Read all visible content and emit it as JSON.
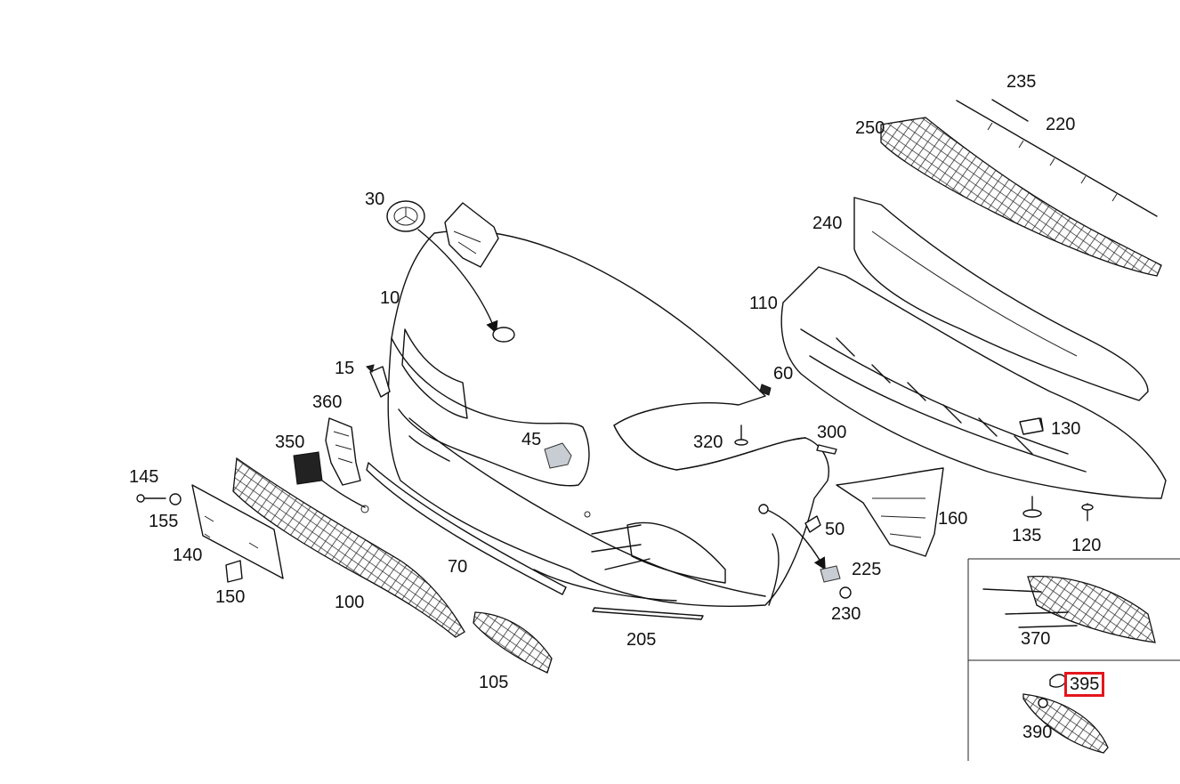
{
  "diagram": {
    "callouts": [
      {
        "id": "10",
        "label": "10"
      },
      {
        "id": "15",
        "label": "15"
      },
      {
        "id": "30",
        "label": "30"
      },
      {
        "id": "45",
        "label": "45"
      },
      {
        "id": "50",
        "label": "50"
      },
      {
        "id": "60",
        "label": "60"
      },
      {
        "id": "70",
        "label": "70"
      },
      {
        "id": "100",
        "label": "100"
      },
      {
        "id": "105",
        "label": "105"
      },
      {
        "id": "110",
        "label": "110"
      },
      {
        "id": "120",
        "label": "120"
      },
      {
        "id": "130",
        "label": "130"
      },
      {
        "id": "135",
        "label": "135"
      },
      {
        "id": "140",
        "label": "140"
      },
      {
        "id": "145",
        "label": "145"
      },
      {
        "id": "150",
        "label": "150"
      },
      {
        "id": "155",
        "label": "155"
      },
      {
        "id": "160",
        "label": "160"
      },
      {
        "id": "205",
        "label": "205"
      },
      {
        "id": "220",
        "label": "220"
      },
      {
        "id": "225",
        "label": "225"
      },
      {
        "id": "230",
        "label": "230"
      },
      {
        "id": "235",
        "label": "235"
      },
      {
        "id": "240",
        "label": "240"
      },
      {
        "id": "250",
        "label": "250"
      },
      {
        "id": "300",
        "label": "300"
      },
      {
        "id": "320",
        "label": "320"
      },
      {
        "id": "350",
        "label": "350"
      },
      {
        "id": "360",
        "label": "360"
      },
      {
        "id": "370",
        "label": "370"
      },
      {
        "id": "390",
        "label": "390"
      },
      {
        "id": "395",
        "label": "395"
      }
    ],
    "highlighted_callout": "395",
    "highlight_color": "#e3161c"
  }
}
